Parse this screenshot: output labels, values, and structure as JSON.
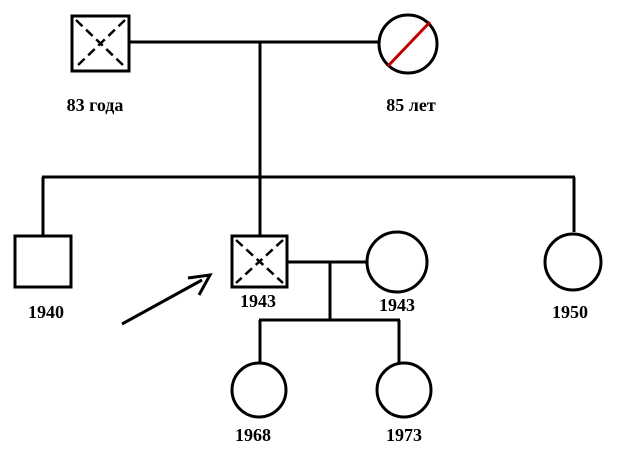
{
  "pedigree": {
    "grandparents": {
      "father": {
        "sex": "male",
        "status": "deceased",
        "label": "83 года"
      },
      "mother": {
        "sex": "female",
        "status": "deceased",
        "label": "85 лет"
      }
    },
    "siblings": [
      {
        "id": "sib-1940",
        "sex": "male",
        "status": "living",
        "label": "1940"
      },
      {
        "id": "proband",
        "sex": "male",
        "status": "deceased",
        "label": "1943",
        "is_proband": true
      },
      {
        "id": "sib-1950",
        "sex": "female",
        "status": "living",
        "label": "1950"
      }
    ],
    "spouse": {
      "sex": "female",
      "status": "living",
      "label": "1943"
    },
    "children": [
      {
        "id": "child-1968",
        "sex": "female",
        "status": "living",
        "label": "1968"
      },
      {
        "id": "child-1973",
        "sex": "female",
        "status": "living",
        "label": "1973"
      }
    ]
  },
  "colors": {
    "line": "#000000",
    "deceased_female_mark": "#c00000"
  }
}
